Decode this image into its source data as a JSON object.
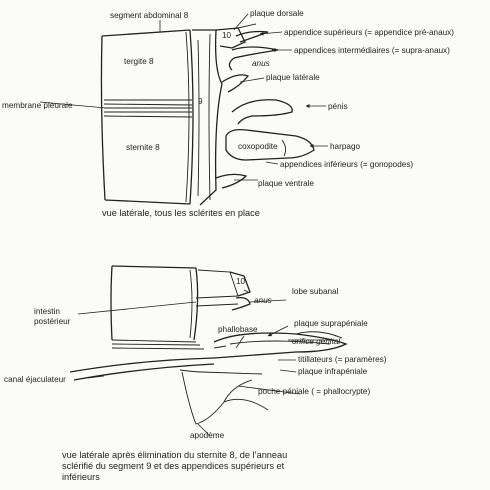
{
  "top_diagram": {
    "labels": {
      "segment8": "segment abdominal 8",
      "plaque_dorsale": "plaque dorsale",
      "seg10": "10",
      "app_sup": "appendice supérieurs (= appendice pré-anaux)",
      "app_int": "appendices intermédiaires (= supra-anaux)",
      "anus": "anus",
      "tergite8": "tergite 8",
      "plaque_laterale": "plaque latérale",
      "membrane": "membrane pleurale",
      "seg9": "9",
      "penis": "pénis",
      "sternite8": "sternite 8",
      "coxopodite": "coxopodite",
      "harpago": "harpago",
      "app_inf": "appendices inférieurs (= gonopodes)",
      "plaque_ventrale": "plaque ventrale"
    },
    "caption": "vue latérale, tous les sclérites en place"
  },
  "bottom_diagram": {
    "labels": {
      "seg10": "10",
      "anus": "anus",
      "lobe_subanal": "lobe subanal",
      "intestin_1": "intestin",
      "intestin_2": "postérieur",
      "phallobase": "phallobase",
      "plaque_supra": "plaque suprapéniale",
      "orifice": "orifice génital",
      "titillateurs": "titillateurs (= paramères)",
      "plaque_infra": "plaque infrapéniale",
      "canal": "canal éjaculateur",
      "poche": "poche péniale ( = phallocrypte)",
      "apodeme": "apodème"
    },
    "caption_lines": [
      "vue latérale après élimination  du sternite 8, de l’anneau",
      "sclérifié du segment 9 et des appendices supérieurs et",
      "inférieurs"
    ]
  }
}
